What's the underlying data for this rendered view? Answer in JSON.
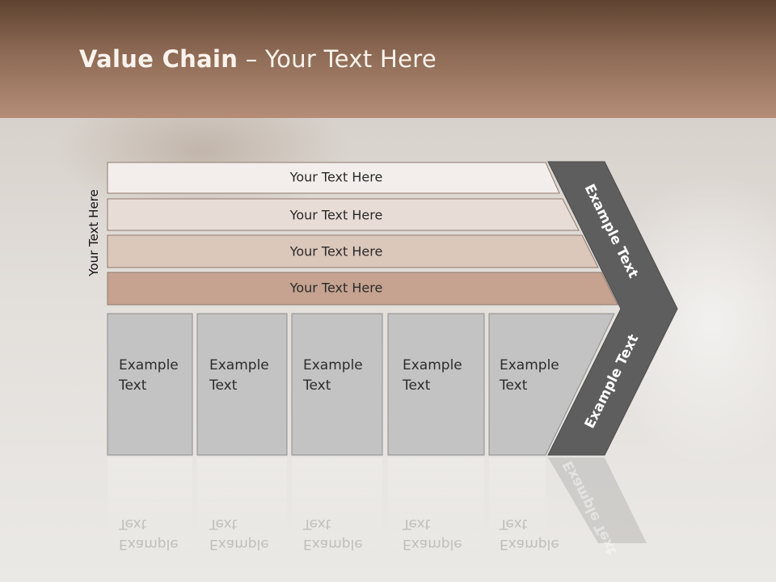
{
  "header": {
    "title_bold": "Value Chain",
    "title_rest": " – Your Text Here"
  },
  "side_label": "Your Text Here",
  "bars": [
    {
      "label": "Your Text Here"
    },
    {
      "label": "Your Text Here"
    },
    {
      "label": "Your Text Here"
    },
    {
      "label": "Your Text Here"
    }
  ],
  "cards": [
    {
      "line1": "Example",
      "line2": "Text"
    },
    {
      "line1": "Example",
      "line2": "Text"
    },
    {
      "line1": "Example",
      "line2": "Text"
    },
    {
      "line1": "Example",
      "line2": "Text"
    },
    {
      "line1": "Example",
      "line2": "Text"
    }
  ],
  "chevron": {
    "upper": "Example Text",
    "lower": "Example Text"
  },
  "colors": {
    "header_dark": "#5e4330",
    "header_light": "#b48d77",
    "chevron": "#5e5e5e",
    "card": "#c3c3c3",
    "bar1": "#f3eeeb",
    "bar2": "#e8ddd6",
    "bar3": "#dcc7bb",
    "bar4": "#c5a390"
  }
}
